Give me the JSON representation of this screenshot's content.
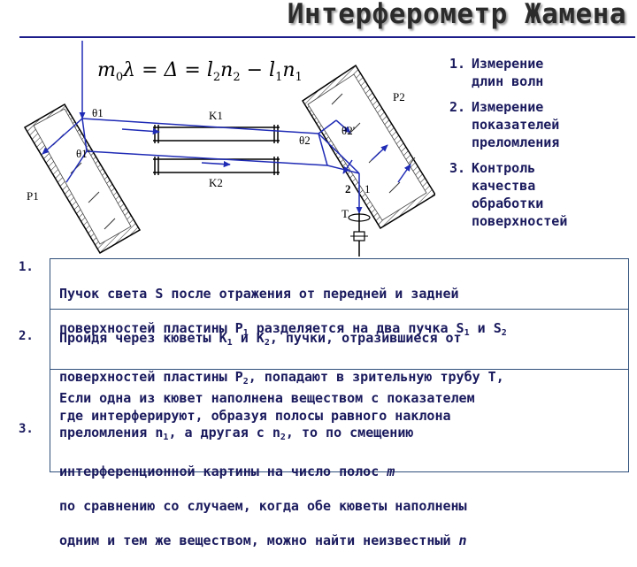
{
  "title": "Интерферометр Жамена",
  "formula": {
    "m0": "m",
    "m0_sub": "0",
    "lambda": "λ = Δ = ",
    "l2": "l",
    "l2_sub": "2",
    "n2": "n",
    "n2_sub": "2",
    "minus": " − ",
    "l1": "l",
    "l1_sub": "1",
    "n1": "n",
    "n1_sub": "1"
  },
  "diagram_labels": {
    "theta1": "θ1",
    "theta1p": "θ1'",
    "k1": "K1",
    "k2": "K2",
    "p1": "P1",
    "p2": "P2",
    "theta2": "θ2",
    "theta2p": "θ2'",
    "beam2": "2",
    "beam1": "1",
    "telescope": "T"
  },
  "uses": [
    {
      "num": "1.",
      "text": "Измерение\nдлин волн"
    },
    {
      "num": "2.",
      "text": "Измерение\nпоказателей\nпреломления"
    },
    {
      "num": "3.",
      "text": "Контроль\nкачества\nобработки\nповерхностей"
    }
  ],
  "points": [
    {
      "num": "1.",
      "l1": "Пучок света S после отражения от передней и задней",
      "l2a": "поверхностей пластины P",
      "l2b": "1",
      "l2c": " разделяется на два пучка S",
      "l2d": "1",
      "l2e": " и S",
      "l2f": "2"
    },
    {
      "num": "2.",
      "l1a": "Пройдя через кюветы K",
      "l1b": "1",
      "l1c": " и K",
      "l1d": "2",
      "l1e": ", пучки, отразившиеся от",
      "l2a": "поверхностей пластины P",
      "l2b": "2",
      "l2c": ", попадают в зрительную трубу T,",
      "l3": "где интерферируют, образуя полосы равного наклона"
    },
    {
      "num": "3.",
      "l1": "Если одна из кювет наполнена веществом с показателем",
      "l2a": "преломления n",
      "l2b": "1",
      "l2c": ", а другая с n",
      "l2d": "2",
      "l2e": ", то по смещению",
      "l3": "интерференционной картины на число полос ",
      "l3m": "m",
      "l4": "по сравнению со случаем, когда обе кюветы наполнены",
      "l5": "одним и тем же веществом, можно найти неизвестный ",
      "l5n": "n"
    }
  ],
  "colors": {
    "text": "#1a1a5e",
    "beam": "#1f2bb5",
    "rule": "#1c1c8a"
  }
}
